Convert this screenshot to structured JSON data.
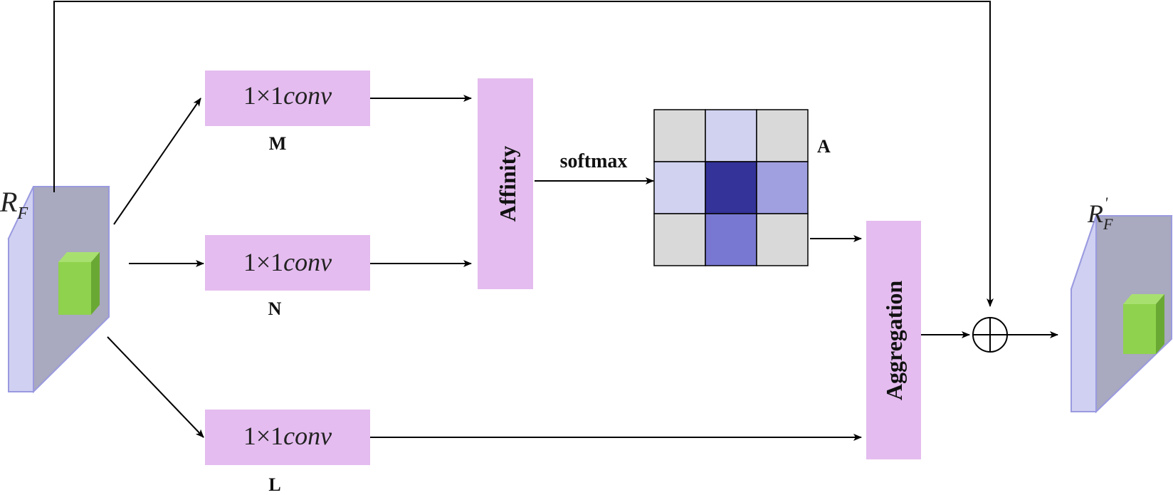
{
  "colors": {
    "block_fill": "#e4bcef",
    "tensor_front": "#d0d0f2",
    "tensor_side": "#a9a9bf",
    "tensor_edge": "#9a9ae0",
    "cube_front": "#8fd24d",
    "cube_top": "#a8e070",
    "cube_side": "#6aa834",
    "grid_light": "#d9d9d9",
    "grid_pale": "#d0d2f0",
    "grid_dark": "#343399",
    "grid_mid": "#a09fe0",
    "grid_medium": "#7878d2",
    "line": "#000000"
  },
  "input_tensor": {
    "label_main": "R",
    "label_sub": "F"
  },
  "output_tensor": {
    "label_main": "R",
    "label_sub": "F",
    "label_sup": "'"
  },
  "conv_blocks": [
    {
      "id": "m",
      "text_num": "1×1",
      "text_ital": "conv",
      "label": "M"
    },
    {
      "id": "n",
      "text_num": "1×1",
      "text_ital": "conv",
      "label": "N"
    },
    {
      "id": "l",
      "text_num": "1×1",
      "text_ital": "conv",
      "label": "L"
    }
  ],
  "affinity": {
    "label": "Affinity"
  },
  "softmax": {
    "label": "softmax"
  },
  "attention_matrix": {
    "label": "A",
    "cells": [
      [
        "grid_light",
        "grid_pale",
        "grid_light"
      ],
      [
        "grid_pale",
        "grid_dark",
        "grid_mid"
      ],
      [
        "grid_light",
        "grid_medium",
        "grid_light"
      ]
    ]
  },
  "aggregation": {
    "label": "Aggregation"
  },
  "sum_op": {
    "symbol": "⊕"
  }
}
